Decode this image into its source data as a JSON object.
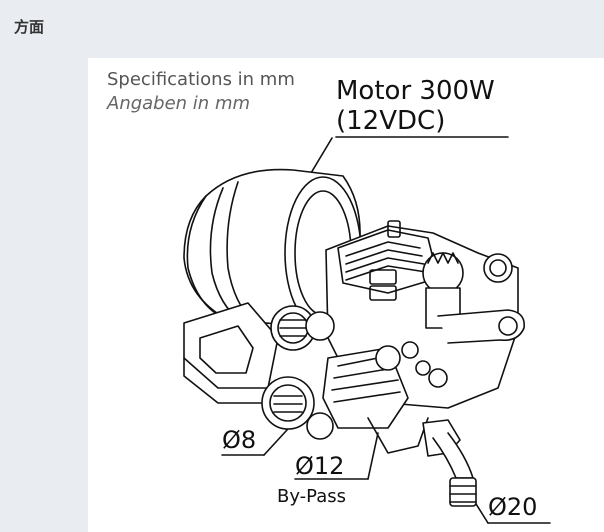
{
  "section": {
    "title": "方面"
  },
  "figure": {
    "spec_en": "Specifications in mm",
    "spec_de": "Angaben in mm",
    "motor_line1": "Motor 300W",
    "motor_line2": "(12VDC)",
    "dim_8": "Ø8",
    "dim_12": "Ø12",
    "bypass": "By-Pass",
    "dim_20": "Ø20"
  }
}
